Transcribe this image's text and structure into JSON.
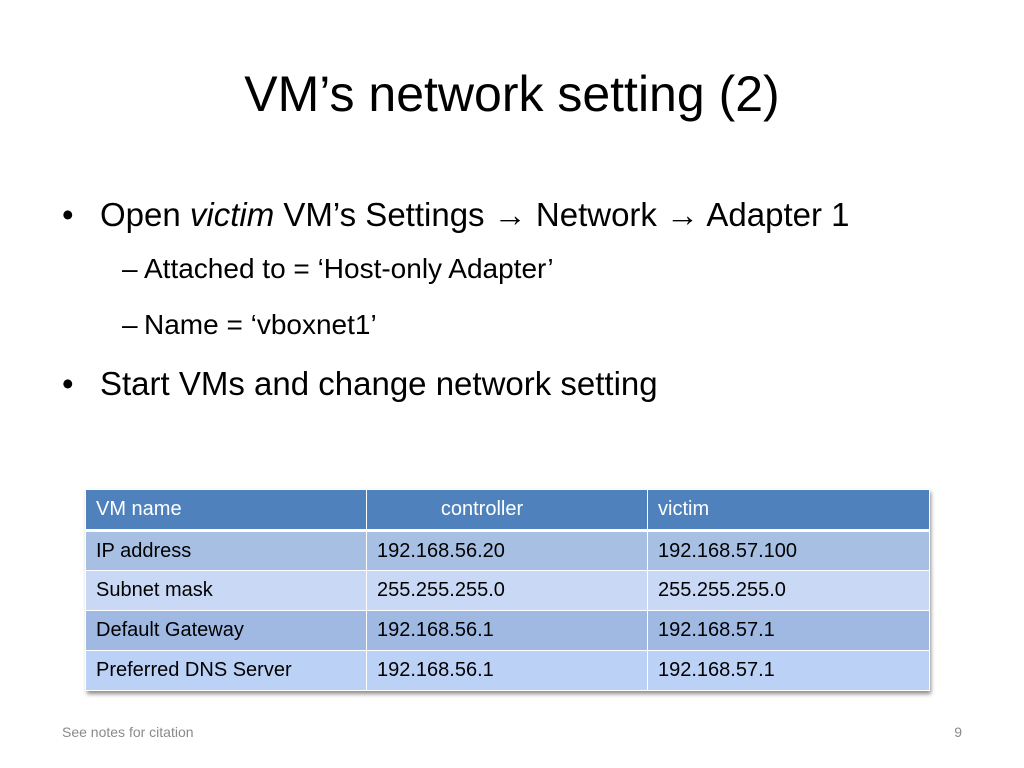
{
  "slide": {
    "title": "VM’s network setting (2)",
    "bullets": [
      {
        "symbol": "•",
        "before_italic": "Open ",
        "italic": "victim",
        "after_italic": " VM’s Settings → Network → Adapter 1",
        "sub": [
          {
            "symbol": "–",
            "text": "Attached to = ‘Host-only Adapter’"
          },
          {
            "symbol": "–",
            "text": "Name = ‘vboxnet1’"
          }
        ]
      },
      {
        "symbol": "•",
        "text": "Start VMs and change network setting"
      }
    ],
    "table": {
      "headers": [
        "VM name",
        "controller",
        "victim"
      ],
      "rows": [
        [
          "IP address",
          "192.168.56.20",
          "192.168.57.100"
        ],
        [
          "Subnet mask",
          "255.255.255.0",
          "255.255.255.0"
        ],
        [
          "Default Gateway",
          "192.168.56.1",
          "192.168.57.1"
        ],
        [
          "Preferred DNS Server",
          "192.168.56.1",
          "192.168.57.1"
        ]
      ]
    },
    "footer": {
      "citation": "See notes for citation",
      "page_number": "9"
    },
    "colors": {
      "header_fill": "#4f81bd",
      "row_band_dark": "#a7bfe2",
      "row_band_light": "#c9d9f5"
    }
  }
}
